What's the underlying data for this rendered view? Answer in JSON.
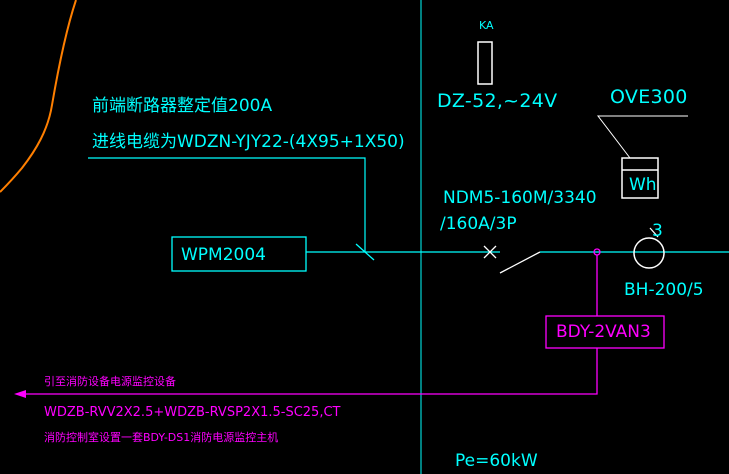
{
  "labels": {
    "ka": "KA",
    "dz52": "DZ-52,~24V",
    "ove300": "OVE300",
    "wh": "Wh",
    "breaker_setting": "前端断路器整定值200A",
    "incoming_cable": "进线电缆为WDZN-YJY22-(4X95+1X50)",
    "ndm5_line1": "NDM5-160M/3340",
    "ndm5_line2": "/160A/3P",
    "ct_count": "3",
    "bh200": "BH-200/5",
    "wpm2004": "WPM2004",
    "bdy2van3": "BDY-2VAN3",
    "lead_to_monitor": "引至消防设备电源监控设备",
    "monitor_cable": "WDZB-RVV2X2.5+WDZB-RVSP2X1.5-SC25,CT",
    "control_room_note": "消防控制室设置一套BDY-DS1消防电源监控主机",
    "pe": "Pe=60kW"
  },
  "colors": {
    "background": "#000000",
    "wire": "#00ffff",
    "monitor": "#ff00ff",
    "boundary": "#ff7f00",
    "grid": "#00ffff"
  }
}
